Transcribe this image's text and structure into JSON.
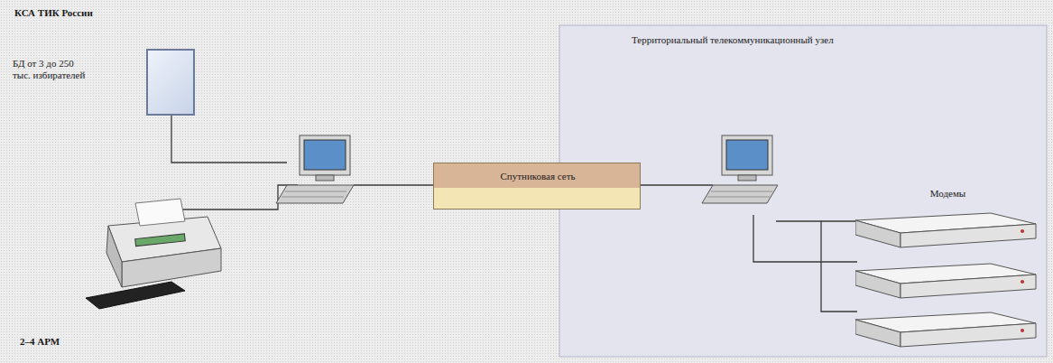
{
  "diagram": {
    "nodes": [
      {
        "text": [
          "КСА ТИК России"
        ]
      },
      {
        "text": [
          "БД от 3 до 250 тыс. избирателей"
        ],
        "in": 0
      },
      {
        "text": [
          "Территориальный телекоммуникационный узел"
        ]
      },
      {
        "text": [
          "Спутниковая сеть"
        ]
      },
      {
        "text": [
          "Модемы"
        ],
        "in": 2
      }
    ],
    "labels": [
      "2–4 АРМ"
    ]
  }
}
